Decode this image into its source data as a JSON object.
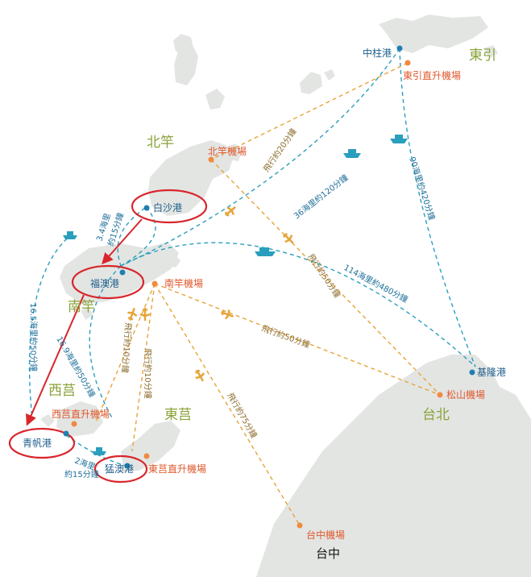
{
  "regions": {
    "beigan": "北竿",
    "nangan": "南竿",
    "xiju": "西莒",
    "dongju": "東莒",
    "dongyin": "東引",
    "taipei": "台北",
    "taichung": "台中"
  },
  "ports": {
    "baisha": "白沙港",
    "fuao": "福澳港",
    "qingfan": "青帆港",
    "mengao": "猛澳港",
    "zhongzhu": "中柱港",
    "keelung": "基隆港"
  },
  "airports": {
    "beigan": "北竿機場",
    "nangan": "南竿機場",
    "xiju_heli": "西莒直升機場",
    "dongju_heli": "東莒直升機場",
    "dongyin_heli": "東引直升機場",
    "songshan": "松山機場",
    "taichung": "台中機場"
  },
  "times": {
    "baisha_fuao_a": "3.4海里",
    "baisha_fuao_b": "約15分鐘",
    "fuao_qingfan_loop": "16.5海里約50分鐘",
    "fuao_qingfan": "16.9海里約50分鐘",
    "qingfan_mengao_a": "2海里",
    "qingfan_mengao_b": "約15分鐘",
    "fuao_dongyin": "36海里約120分鐘",
    "dongyin_keelung": "90海里約420分鐘",
    "fuao_keelung": "114海里約480分鐘",
    "flight_dongyin": "飛行約20分鐘",
    "flight_beigan": "飛行約50分鐘",
    "flight_nangan": "飛行約50分鐘",
    "flight_xiju": "飛行約10分鐘",
    "flight_dongju": "飛行約10分鐘",
    "flight_taichung": "飛行約75分鐘"
  },
  "colors": {
    "sea_route": "#2a9fbd",
    "air_route": "#e6a43a",
    "highlight": "#d8262b",
    "region_label": "#8aa33b",
    "airport_label": "#e0582c",
    "port_label": "#1f5f8b",
    "land": "#e3e5e3"
  },
  "icons": [
    "ship-icon",
    "plane-icon",
    "port-dot-icon",
    "airport-dot-icon"
  ]
}
